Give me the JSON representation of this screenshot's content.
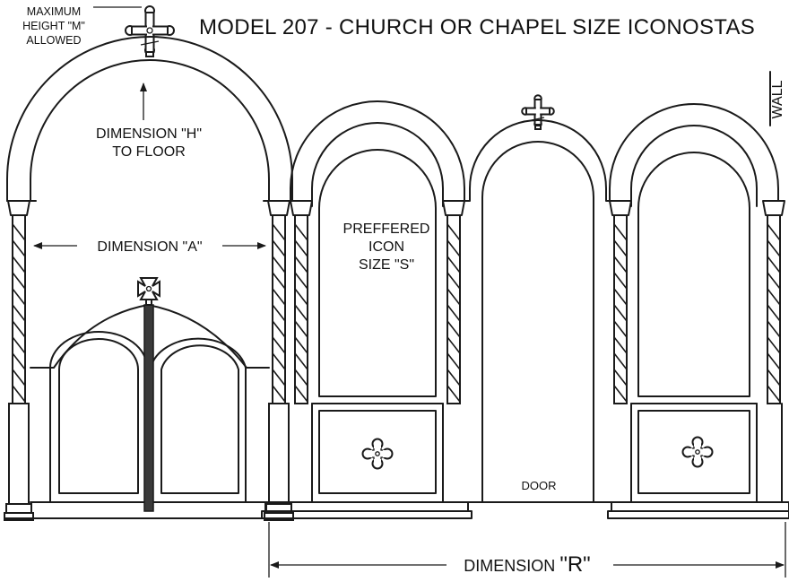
{
  "title": "MODEL 207 - CHURCH OR CHAPEL SIZE ICONOSTAS",
  "labels": {
    "max_height_line1": "MAXIMUM",
    "max_height_line2": "HEIGHT \"M\"",
    "max_height_line3": "ALLOWED",
    "dim_h_line1": "DIMENSION \"H\"",
    "dim_h_line2": "TO FLOOR",
    "dim_a": "DIMENSION \"A\"",
    "icon_line1": "PREFFERED",
    "icon_line2": "ICON",
    "icon_line3": "SIZE \"S\"",
    "door": "DOOR",
    "wall": "WALL",
    "dim_r_prefix": "DIMENSION ",
    "dim_r_letter": "\"R\""
  },
  "colors": {
    "line": "#1a1a1a",
    "background": "#ffffff",
    "post": "#3a3a3a"
  },
  "icons": [
    "orthodox-cross-icon",
    "maltese-cross-icon",
    "budded-cross-icon"
  ]
}
